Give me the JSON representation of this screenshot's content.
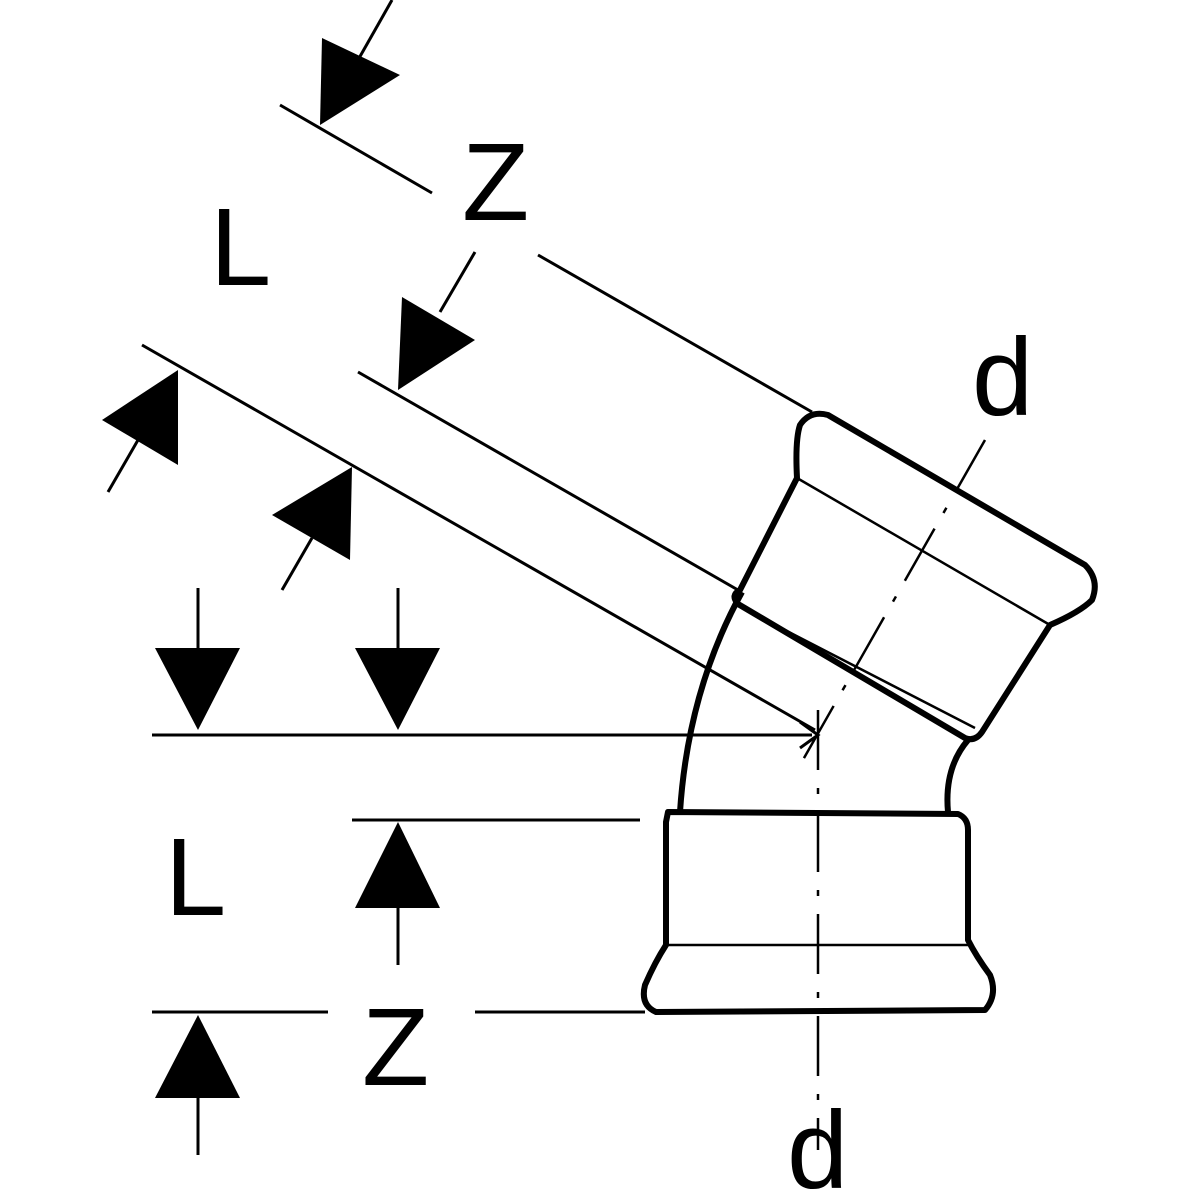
{
  "diagram": {
    "labels": {
      "length_upper": "L",
      "offset_upper": "Z",
      "diameter_upper": "d",
      "length_lower": "L",
      "offset_lower": "Z",
      "diameter_lower": "d"
    },
    "colors": {
      "stroke": "#000000",
      "background": "#ffffff"
    }
  }
}
